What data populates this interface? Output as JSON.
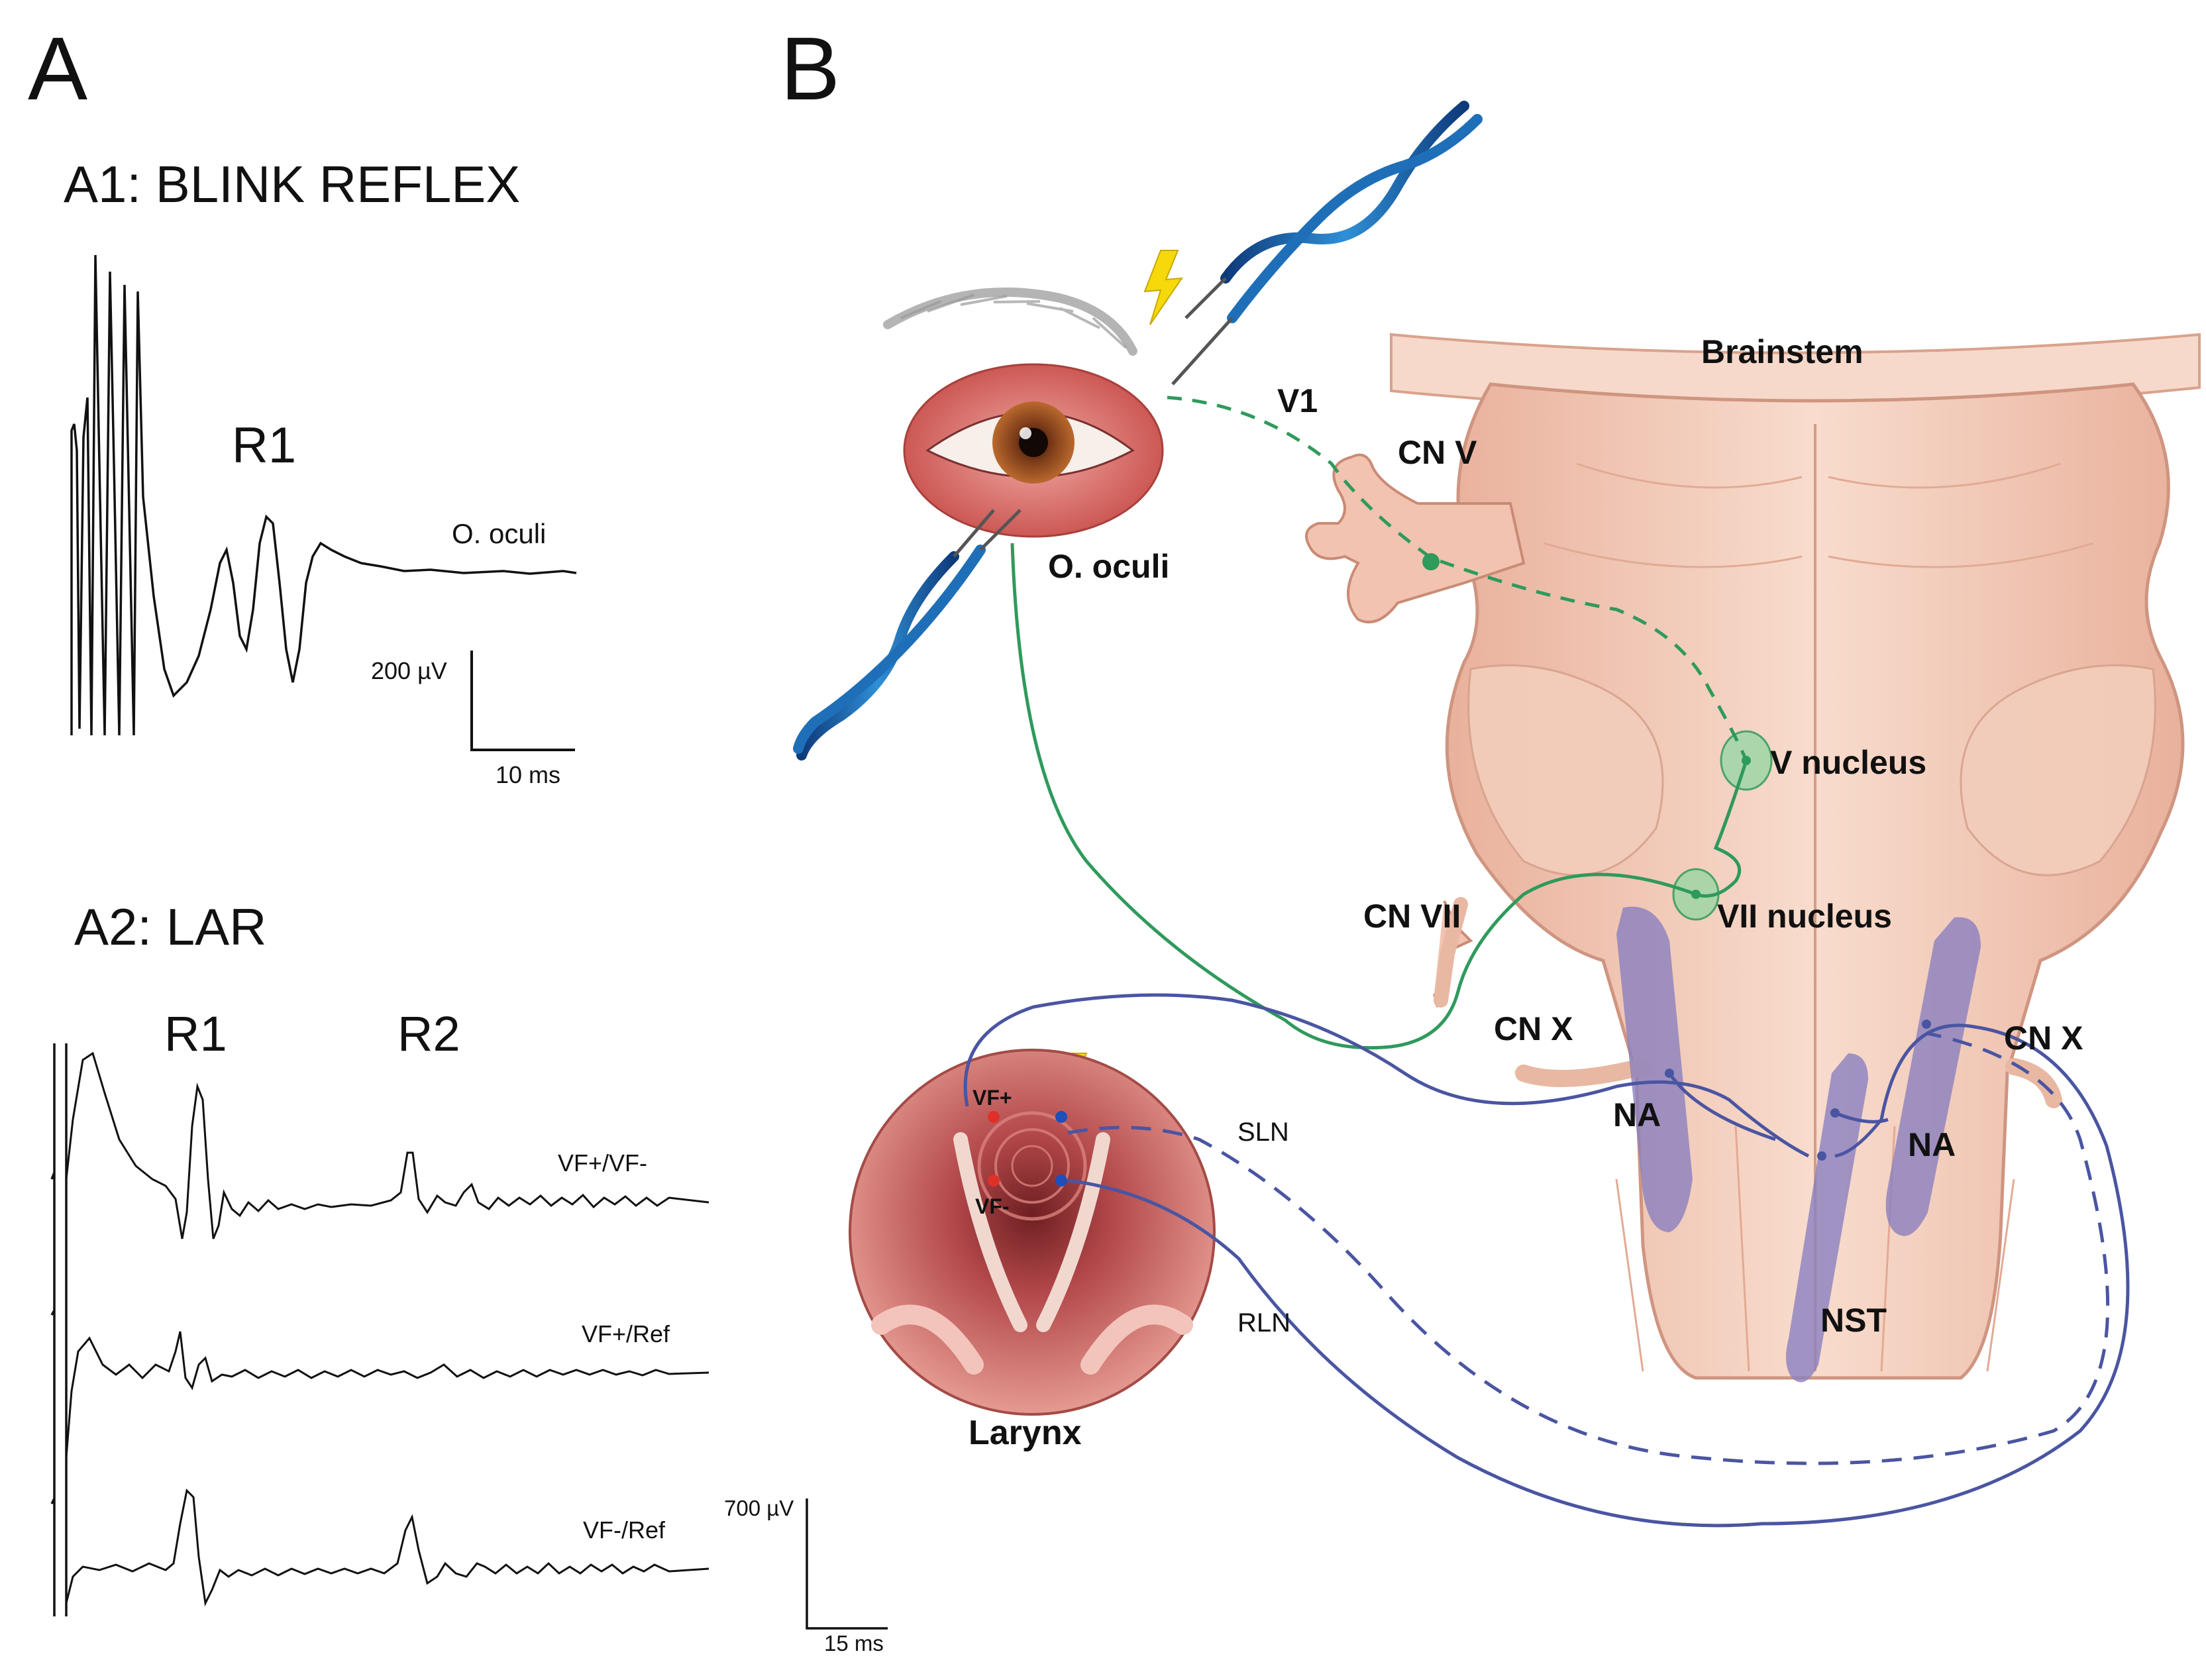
{
  "panels": {
    "a": {
      "letter": "A"
    },
    "b": {
      "letter": "B"
    }
  },
  "blink": {
    "title": "A1: BLINK REFLEX",
    "r1": "R1",
    "trace_label": "O. oculi",
    "scale_amplitude": "200 µV",
    "scale_time": "10 ms"
  },
  "lar": {
    "title": "A2: LAR",
    "r1": "R1",
    "r2": "R2",
    "traces": [
      "VF+/VF-",
      "VF+/Ref",
      "VF-/Ref"
    ],
    "scale_amplitude": "700 µV",
    "scale_time": "15 ms"
  },
  "diagram": {
    "brainstem": "Brainstem",
    "v1": "V1",
    "cn_v": "CN V",
    "o_oculi": "O. oculi",
    "v_nucleus": "V nucleus",
    "vii_nucleus": "VII nucleus",
    "cn_vii": "CN VII",
    "cn_x_left": "CN X",
    "cn_x_right": "CN X",
    "na_left": "NA",
    "na_right": "NA",
    "nst": "NST",
    "sln": "SLN",
    "rln": "RLN",
    "larynx": "Larynx",
    "vf_plus": "VF+",
    "vf_minus": "VF-"
  },
  "colors": {
    "trace": "#111111",
    "facial_pathway": "#2e9a5c",
    "vagal_pathway": "#4a55a2",
    "electrode_blue": "#1e6fb8",
    "stimulus": "#f5d90a",
    "brainstem": "#f2c3b0",
    "nucleus_purple": "#8a7fbf",
    "eye_tissue": "#d9726e",
    "larynx_tissue": "#c9625e"
  },
  "icons": [
    "lightning-bolt-icon",
    "needle-electrode-icon"
  ]
}
